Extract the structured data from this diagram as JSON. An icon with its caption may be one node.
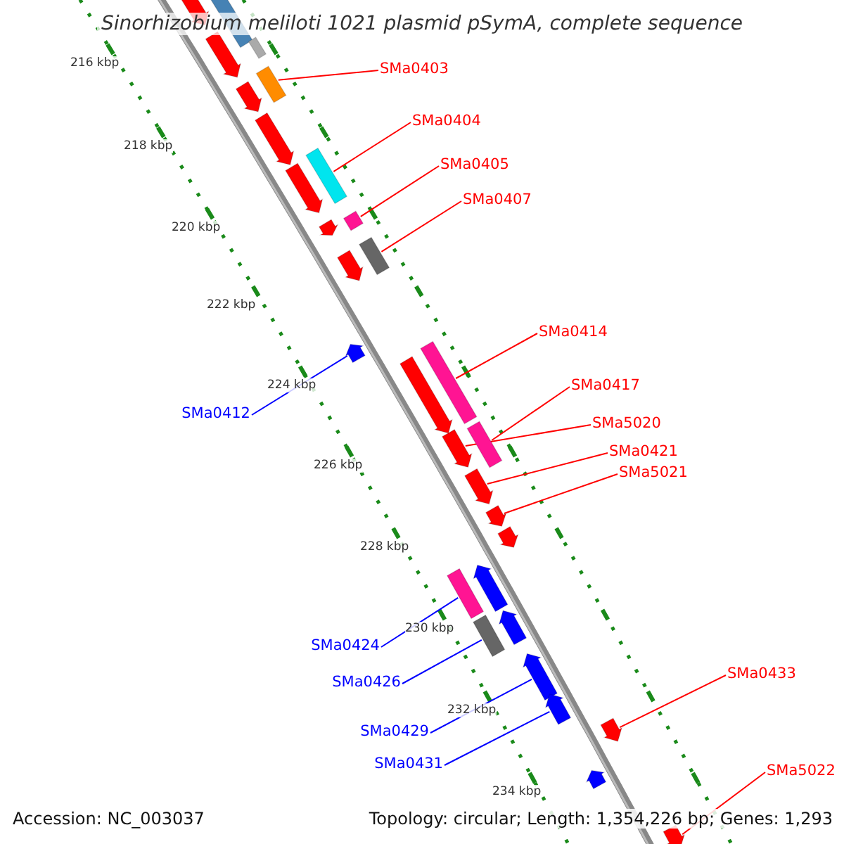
{
  "diagram": {
    "title": "Sinorhizobium meliloti 1021 plasmid pSymA, complete sequence",
    "nodes": [
      {
        "text": [
          "SMa0403"
        ]
      },
      {
        "text": [
          "SMa0404"
        ]
      },
      {
        "text": [
          "SMa0405"
        ]
      },
      {
        "text": [
          "SMa0407"
        ]
      },
      {
        "text": [
          "SMa0414"
        ]
      },
      {
        "text": [
          "SMa0417"
        ]
      },
      {
        "text": [
          "SMa0412"
        ]
      },
      {
        "text": [
          "SMa5020"
        ]
      },
      {
        "text": [
          "SMa0421"
        ]
      },
      {
        "text": [
          "SMa5021"
        ]
      },
      {
        "text": [
          "SMa0424"
        ]
      },
      {
        "text": [
          "SMa0433"
        ]
      },
      {
        "text": [
          "SMa0426"
        ]
      },
      {
        "text": [
          "SMa0429"
        ]
      },
      {
        "text": [
          "SMa0431"
        ]
      },
      {
        "text": [
          "SMa5022"
        ]
      },
      {
        "text": [],
        "shape": "bar"
      },
      {
        "text": [],
        "shape": "bar"
      },
      {
        "text": [],
        "shape": "bar"
      },
      {
        "text": [],
        "shape": "bar"
      },
      {
        "text": [],
        "shape": "bar"
      },
      {
        "text": [],
        "shape": "bar"
      },
      {
        "text": [],
        "shape": "arrow"
      },
      {
        "text": [],
        "shape": "arrow"
      },
      {
        "text": [],
        "shape": "arrow"
      },
      {
        "text": [],
        "shape": "arrow"
      },
      {
        "text": [],
        "shape": "bar"
      },
      {
        "text": [],
        "shape": "arrow"
      },
      {
        "text": [],
        "shape": "bar"
      },
      {
        "text": [],
        "shape": "arrow"
      },
      {
        "text": [],
        "shape": "arrow"
      },
      {
        "text": [],
        "shape": "arrow"
      },
      {
        "text": [],
        "shape": "arrow"
      },
      {
        "text": [],
        "shape": "arrow"
      },
      {
        "text": [],
        "shape": "arrow"
      },
      {
        "text": [],
        "shape": "arrow"
      },
      {
        "text": [],
        "shape": "arrow"
      },
      {
        "text": [],
        "shape": "arrow"
      },
      {
        "text": [],
        "shape": "arrow"
      },
      {
        "text": [],
        "shape": "arrow"
      },
      {
        "text": [],
        "shape": "arrow"
      },
      {
        "text": [],
        "shape": "bar"
      },
      {
        "text": [],
        "shape": "bar"
      },
      {
        "text": [],
        "shape": "arrow"
      },
      {
        "text": [],
        "shape": "arrow"
      },
      {
        "text": [],
        "shape": "arrow"
      }
    ],
    "edges": [
      {
        "from": 0,
        "to": 16,
        "arrow": "none"
      },
      {
        "from": 1,
        "to": 17,
        "arrow": "none"
      },
      {
        "from": 2,
        "to": 18,
        "arrow": "none"
      },
      {
        "from": 3,
        "to": 19,
        "arrow": "none"
      },
      {
        "from": 4,
        "to": 20,
        "arrow": "none"
      },
      {
        "from": 5,
        "to": 21,
        "arrow": "none"
      },
      {
        "from": 6,
        "to": 22,
        "arrow": "none",
        "color": "#0000ff"
      },
      {
        "from": 7,
        "to": 23,
        "arrow": "none"
      },
      {
        "from": 8,
        "to": 24,
        "arrow": "none"
      },
      {
        "from": 9,
        "to": 25,
        "arrow": "none"
      },
      {
        "from": 10,
        "to": 26,
        "arrow": "none",
        "color": "#0000ff"
      },
      {
        "from": 11,
        "to": 27,
        "arrow": "none"
      },
      {
        "from": 12,
        "to": 28,
        "arrow": "none",
        "color": "#0000ff"
      },
      {
        "from": 13,
        "to": 29,
        "arrow": "none",
        "color": "#0000ff"
      },
      {
        "from": 14,
        "to": 30,
        "arrow": "none",
        "color": "#0000ff"
      },
      {
        "from": 15,
        "to": 31,
        "arrow": "none"
      }
    ],
    "labels": [
      "216 kbp",
      "218 kbp",
      "220 kbp",
      "222 kbp",
      "224 kbp",
      "226 kbp",
      "228 kbp",
      "230 kbp",
      "232 kbp",
      "234 kbp",
      "Accession: NC_003037",
      "Topology: circular; Length: 1,354,226 bp; Genes: 1,293"
    ]
  }
}
